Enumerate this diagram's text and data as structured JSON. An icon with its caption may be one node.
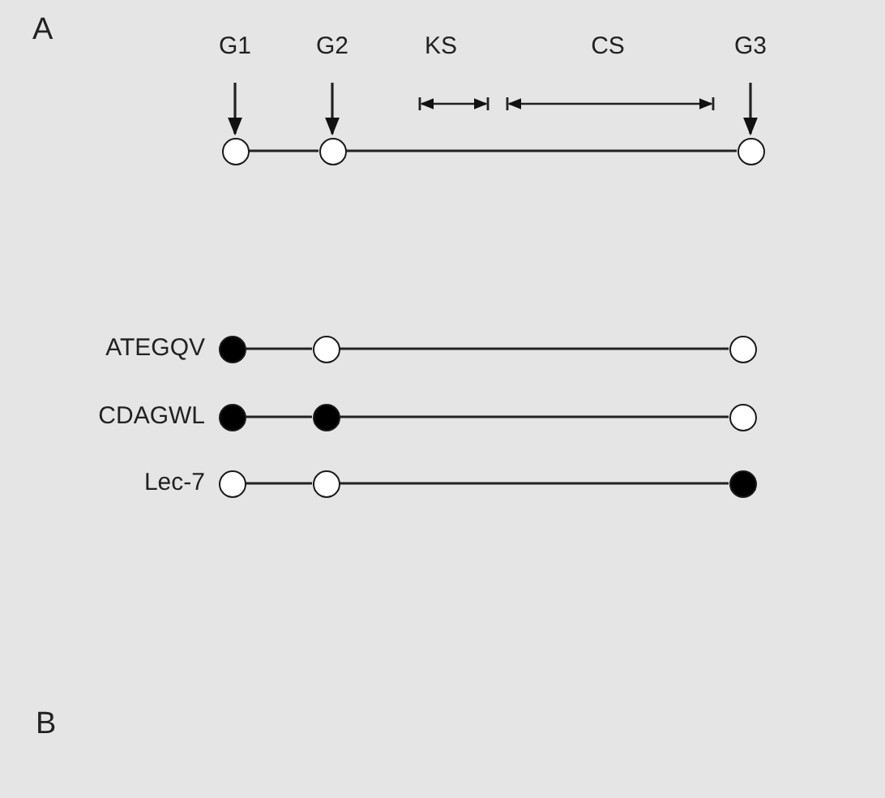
{
  "diagram": {
    "nodes": [
      {
        "text": [
          "G1"
        ]
      },
      {
        "text": [
          "G2"
        ]
      },
      {
        "text": [
          "G3"
        ]
      },
      {
        "text": [],
        "shape": "circle"
      },
      {
        "text": [],
        "shape": "circle"
      },
      {
        "text": [],
        "shape": "circle"
      },
      {
        "text": [],
        "shape": "dot",
        "beside": [
          "ATEGQV"
        ]
      },
      {
        "text": [],
        "shape": "circle"
      },
      {
        "text": [],
        "shape": "circle"
      },
      {
        "text": [],
        "shape": "dot",
        "beside": [
          "CDAGWL"
        ]
      },
      {
        "text": [],
        "shape": "dot"
      },
      {
        "text": [],
        "shape": "circle"
      },
      {
        "text": [],
        "shape": "circle",
        "beside": [
          "Lec-7"
        ]
      },
      {
        "text": [],
        "shape": "circle"
      },
      {
        "text": [],
        "shape": "dot"
      }
    ],
    "edges": [
      {
        "from": 0,
        "to": 3,
        "arrow": "to"
      },
      {
        "from": 1,
        "to": 4,
        "arrow": "to"
      },
      {
        "from": 2,
        "to": 5,
        "arrow": "to"
      },
      {
        "from": 3,
        "to": 4,
        "arrow": "none"
      },
      {
        "from": 4,
        "to": 5,
        "arrow": "none"
      },
      {
        "from": 6,
        "to": 7,
        "arrow": "none"
      },
      {
        "from": 7,
        "to": 8,
        "arrow": "none"
      },
      {
        "from": 9,
        "to": 10,
        "arrow": "none"
      },
      {
        "from": 10,
        "to": 11,
        "arrow": "none"
      },
      {
        "from": 12,
        "to": 13,
        "arrow": "none"
      },
      {
        "from": 13,
        "to": 14,
        "arrow": "none"
      }
    ],
    "labels": [
      "A",
      "KS",
      "CS",
      "B"
    ]
  }
}
